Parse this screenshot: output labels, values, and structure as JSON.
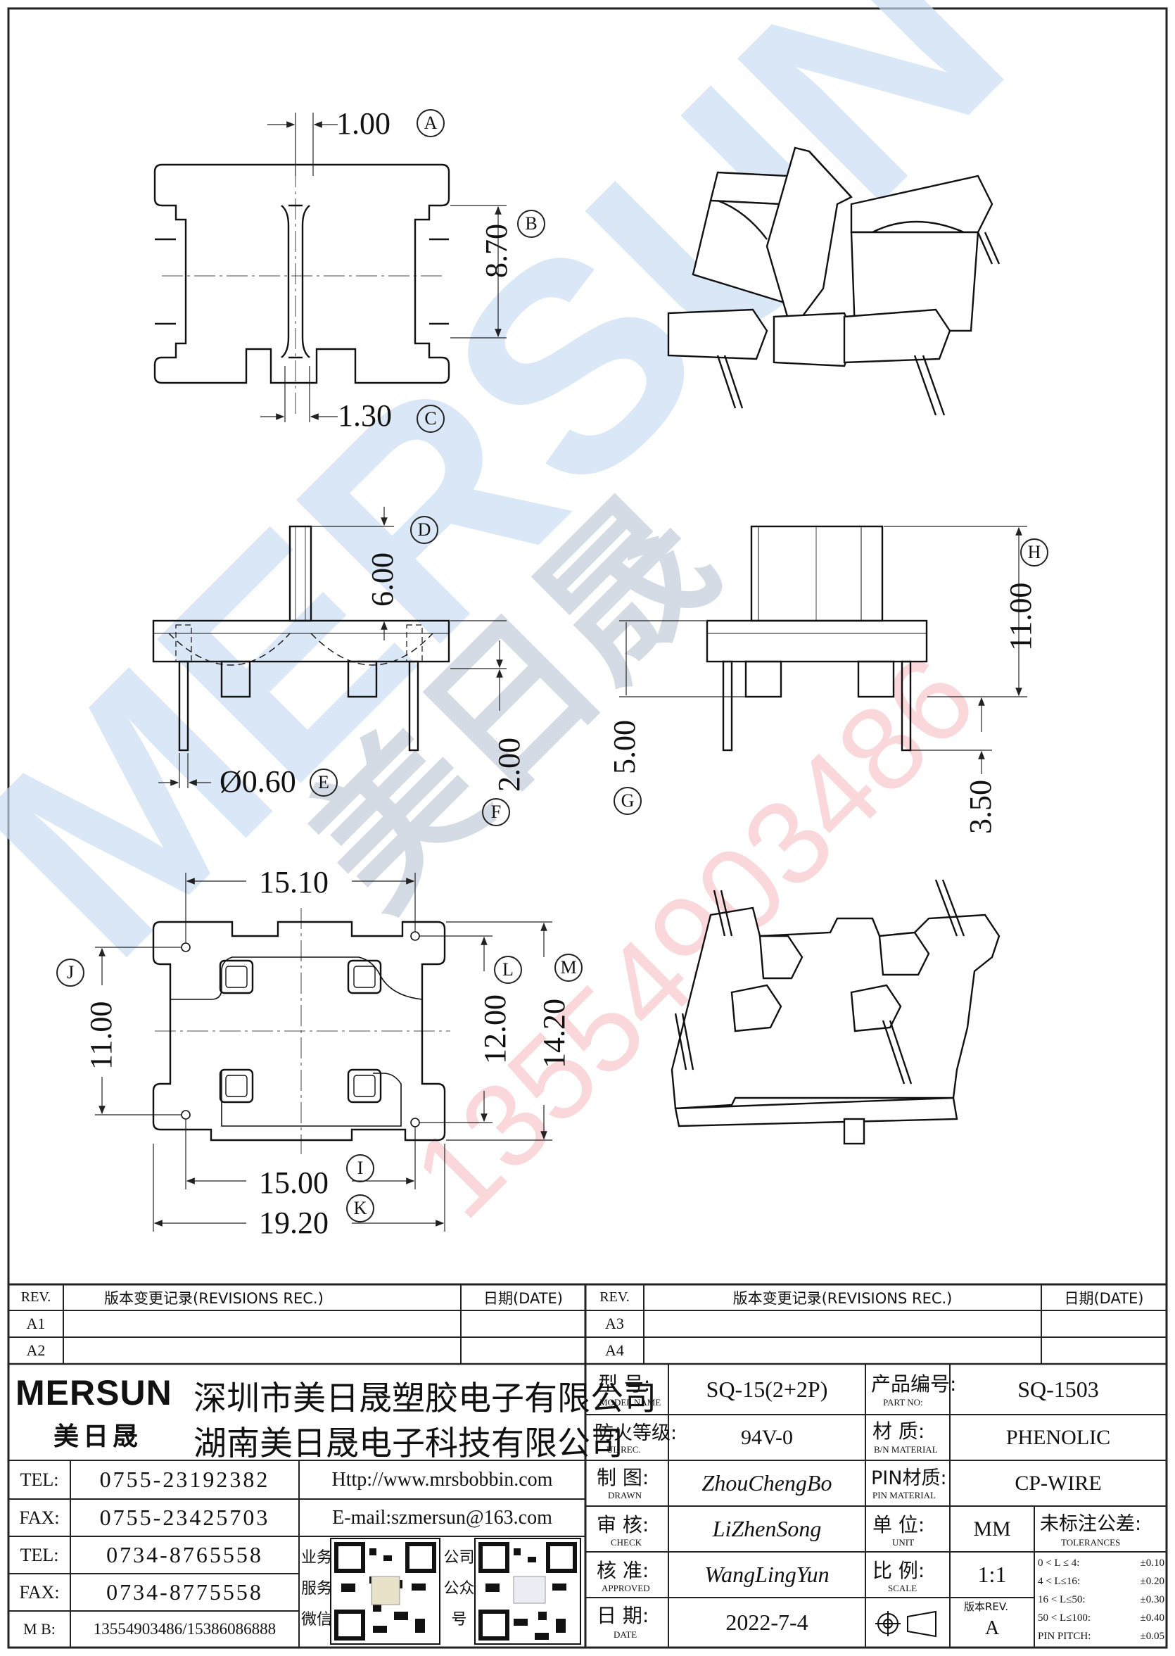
{
  "watermark": {
    "brand": "MERSUN",
    "cn_name": "美日晟",
    "phone": "13554903486"
  },
  "dims": {
    "A": {
      "value": "1.00",
      "tag": "A"
    },
    "B": {
      "value": "8.70",
      "tag": "B"
    },
    "C": {
      "value": "1.30",
      "tag": "C"
    },
    "D": {
      "value": "6.00",
      "tag": "D"
    },
    "E": {
      "value": "Ø0.60",
      "tag": "E"
    },
    "F": {
      "value": "2.00",
      "tag": "F"
    },
    "G": {
      "value": "5.00",
      "tag": "G"
    },
    "H": {
      "value": "11.00",
      "tag": "H"
    },
    "pin": {
      "value": "3.50"
    },
    "top_width": {
      "value": "15.10"
    },
    "J": {
      "value": "11.00",
      "tag": "J"
    },
    "L": {
      "value": "12.00",
      "tag": "L"
    },
    "M": {
      "value": "14.20",
      "tag": "M"
    },
    "I": {
      "value": "15.00",
      "tag": "I"
    },
    "K": {
      "value": "19.20",
      "tag": "K"
    }
  },
  "revisions": {
    "left": {
      "h_rev": "REV.",
      "h_rec": "版本变更记录(REVISIONS REC.)",
      "h_date": "日期(DATE)",
      "rows": [
        "A1",
        "A2"
      ]
    },
    "right": {
      "h_rev": "REV.",
      "h_rec": "版本变更记录(REVISIONS REC.)",
      "h_date": "日期(DATE)",
      "rows": [
        "A3",
        "A4"
      ]
    }
  },
  "company": {
    "logo": "MERSUN",
    "logo_cn": "美日晟",
    "name1": "深圳市美日晟塑胶电子有限公司",
    "name2": "湖南美日晟电子科技有限公司",
    "contacts": [
      {
        "label": "TEL:",
        "value": "0755-23192382"
      },
      {
        "label": "FAX:",
        "value": "0755-23425703"
      },
      {
        "label": "TEL:",
        "value": "0734-8765558"
      },
      {
        "label": "FAX:",
        "value": "0734-8775558"
      },
      {
        "label": "M B:",
        "value": "13554903486/15386086888"
      }
    ],
    "web": "Http://www.mrsbobbin.com",
    "email": "E-mail:szmersun@163.com",
    "qr1_label": [
      "业务",
      "服务",
      "微信"
    ],
    "qr2_label": [
      "公司",
      "公众",
      "号"
    ]
  },
  "spec": {
    "model_label": "型 号:",
    "model_sub": "MODEL NAME",
    "model": "SQ-15(2+2P)",
    "part_label": "产品编号:",
    "part_sub": "PART NO:",
    "part": "SQ-1503",
    "ul_label": "防火等级:",
    "ul_sub": "UL REC.",
    "ul": "94V-0",
    "mat_label": "材 质:",
    "mat_sub": "B/N MATERIAL",
    "mat": "PHENOLIC",
    "drawn_label": "制 图:",
    "drawn_sub": "DRAWN",
    "drawn": "ZhouChengBo",
    "pin_label": "PIN材质:",
    "pin_sub": "PIN MATERIAL",
    "pin": "CP-WIRE",
    "check_label": "审 核:",
    "check_sub": "CHECK",
    "check": "LiZhenSong",
    "unit_label": "单 位:",
    "unit_sub": "UNIT",
    "unit": "MM",
    "tol_label": "未标注公差:",
    "tol_sub": "TOLERANCES",
    "approved_label": "核 准:",
    "approved_sub": "APPROVED",
    "approved": "WangLingYun",
    "scale_label": "比 例:",
    "scale_sub": "SCALE",
    "scale": "1:1",
    "date_label": "日 期:",
    "date_sub": "DATE",
    "date": "2022-7-4",
    "rev_label": "版本REV.",
    "rev": "A",
    "tolerances": [
      {
        "range": "0 < L ≤ 4:",
        "tol": "±0.10"
      },
      {
        "range": "4 < L≤16:",
        "tol": "±0.20"
      },
      {
        "range": "16 < L≤50:",
        "tol": "±0.30"
      },
      {
        "range": "50 < L≤100:",
        "tol": "±0.40"
      },
      {
        "range": "PIN PITCH:",
        "tol": "±0.05"
      }
    ]
  }
}
